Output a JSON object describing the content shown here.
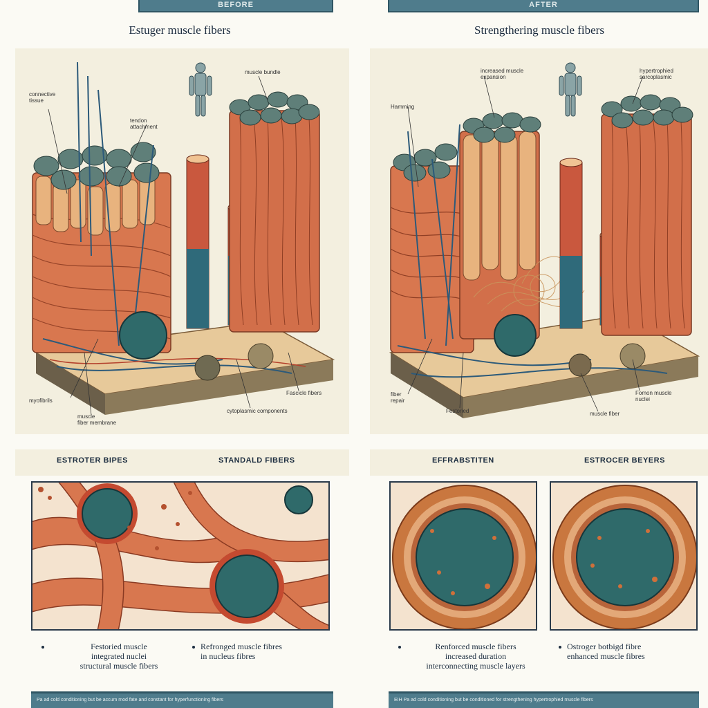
{
  "before": {
    "tab": "BEFORE",
    "title": "Estuger muscle fibers",
    "labels": {
      "top_left": "connective\ntissue",
      "top_mid": "tendon\nattachment",
      "top_right": "muscle bundle",
      "bottom_left": "myofibrils",
      "bottom_mid": "muscle\nfiber membrane",
      "bottom_right1": "Fascicle fibers",
      "bottom_right2": "cytoplasmic components"
    },
    "sub_left": "ESTROTER BIPES",
    "sub_right": "STANDALD FIBERS",
    "cap_left": "Festoried muscle\nintegrated nuclei\nstructural muscle fibers",
    "cap_right": "Refronged muscle fibres\nin nucleus fibres",
    "footer": "Pa ad cold conditioning but be accum mod fate and constant for hyperfunctioning fibers"
  },
  "after": {
    "tab": "AFTER",
    "title": "Strengthering muscle fibers",
    "labels": {
      "top_left": "Hamming",
      "top_mid": "increased muscle\nexpansion",
      "top_right": "hypertrophied\nsarcoplasmic",
      "bottom_left": "fiber\nrepair",
      "bottom_mid": "Festoried",
      "bottom_right1": "Fomon muscle\nnuclei",
      "bottom_right2": "muscle fiber"
    },
    "sub_left": "EFFRABSTITEN",
    "sub_right": "ESTROCER BEYERS",
    "cap_left": "Renforced muscle fibers\nincreased duration\ninterconnecting muscle layers",
    "cap_right": "Ostroger botbigd fibre\nenhanced muscle fibres",
    "footer": "EIH  Pa ad cold conditioning but be conditioned for strengthening hypertrophied muscle fibers"
  }
}
